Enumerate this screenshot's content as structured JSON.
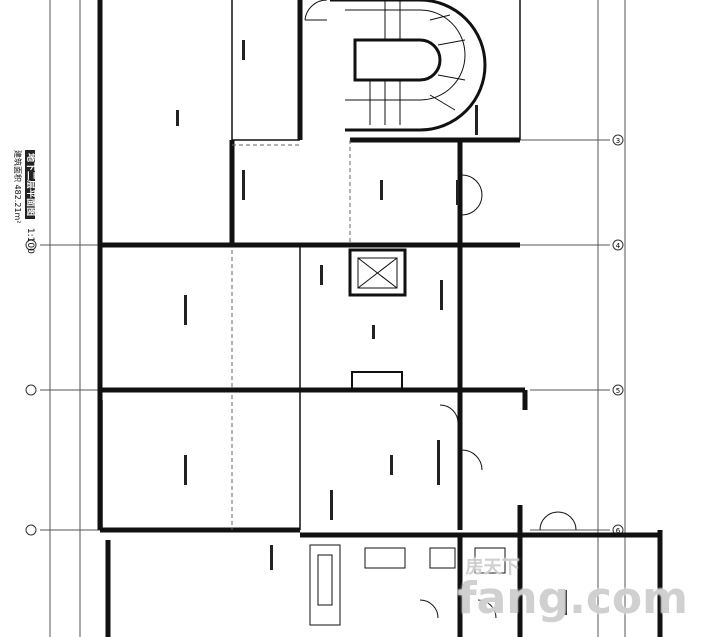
{
  "drawing": {
    "title": "地下二层平面图",
    "scale": "1:100",
    "area_note": "建筑面积 482.21m²"
  },
  "axes": [
    "3",
    "4",
    "5",
    "6"
  ],
  "watermark": {
    "cn": "房天下",
    "en": "fang.com"
  },
  "colors": {
    "line": "#111111",
    "grid": "#555555",
    "watermark": "#c8c8c8"
  }
}
